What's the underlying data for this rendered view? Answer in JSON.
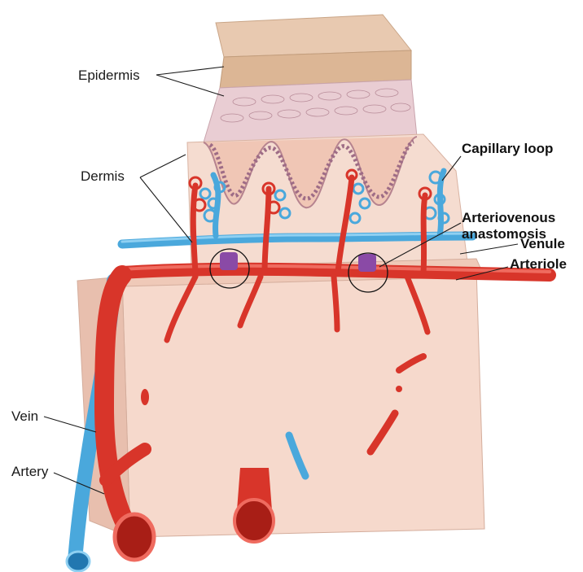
{
  "labels": {
    "epidermis": "Epidermis",
    "dermis": "Dermis",
    "capillary_loop": "Capillary loop",
    "arteriovenous_line1": "Arteriovenous",
    "arteriovenous_line2": "anastomosis",
    "venule": "Venule",
    "arteriole": "Arteriole",
    "vein": "Vein",
    "artery": "Artery"
  },
  "colors": {
    "background": "#ffffff",
    "skin_top": "#e8c9b0",
    "skin_layer": "#d8b59a",
    "dermis": "#f3d6c6",
    "tissue_block": "#f6d9cc",
    "tissue_side": "#e8bfae",
    "papillae": "#f1c7b4",
    "artery_red": "#d8352a",
    "artery_dark": "#a81e16",
    "vein_blue": "#4aa8dc",
    "vein_dark": "#2277b0",
    "shunt_purple": "#8a4aa6"
  }
}
